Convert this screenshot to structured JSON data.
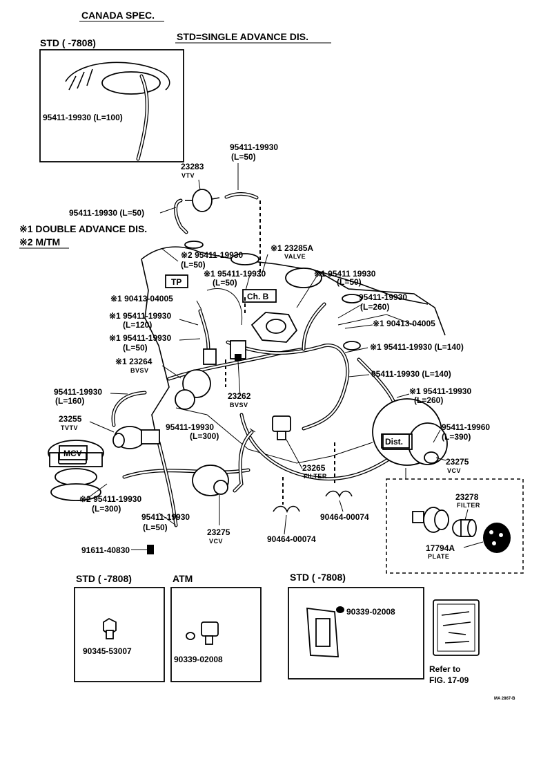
{
  "header": {
    "canada_spec": "CANADA SPEC.",
    "std_range_top": "STD (        -7808)",
    "std_definition": "STD=SINGLE ADVANCE DIS.",
    "note_1": "※1 DOUBLE ADVANCE DIS.",
    "note_2": "※2 M/TM"
  },
  "boxes": {
    "std_bottom_left": "STD (      -7808)",
    "atm": "ATM",
    "std_bottom_right": "STD (      -7808)",
    "dashed_detail": ""
  },
  "tags": {
    "tp": "TP",
    "chb": "Ch. B",
    "mcv": "MCV",
    "dist": "Dist."
  },
  "labels": {
    "inset_hose": "95411-19930 (L=100)",
    "top_hose": "95411-19930",
    "top_hose_len": "(L=50)",
    "vtv_num": "23283",
    "vtv_name": "VTV",
    "vtv_hose": "95411-19930 (L=50)",
    "hose_a": "※2 95411-19930",
    "hose_a_len": "(L=50)",
    "valve_num": "※1 23285A",
    "valve_name": "VALVE",
    "hose_b": "※1 95411-19930",
    "hose_b_len": "(L=50)",
    "hose_c": "※1 95411 19930",
    "hose_c_len": "(L=50)",
    "bolt_a": "※1 90413-04005",
    "hose_d": "※1 95411-19930",
    "hose_d_len": "(L=120)",
    "hose_e": "※1 95411-19930",
    "hose_e_len": "(L=50)",
    "hose_f": "95411-19930",
    "hose_f_len": "(L=260)",
    "bolt_b": "※1 90413-04005",
    "hose_g": "※1 95411-19930 (L=140)",
    "bvsv_a_num": "※1 23264",
    "bvsv_a_name": "BVSV",
    "hose_h": "95411-19930 (L=140)",
    "hose_i": "95411-19930",
    "hose_i_len": "(L=160)",
    "hose_j": "※1 95411-19930",
    "hose_j_len": "(L=260)",
    "bvsv_b_num": "23262",
    "bvsv_b_name": "BVSV",
    "tvtv_num": "23255",
    "tvtv_name": "TVTV",
    "hose_k": "95411-19930",
    "hose_k_len": "(L=300)",
    "hose_l": "95411-19960",
    "hose_l_len": "(L=390)",
    "vcv_right_num": "23275",
    "vcv_right_name": "VCV",
    "filter_num": "23265",
    "filter_name": "FILTER",
    "hose_m": "※2 95411-19930",
    "hose_m_len": "(L=300)",
    "clip_a": "90464-00074",
    "hose_n": "95411-19930",
    "hose_n_len": "(L=50)",
    "vcv_bottom_num": "23275",
    "vcv_bottom_name": "VCV",
    "clip_b": "90464-00074",
    "plug_main": "91611-40830",
    "detail_filter_num": "23278",
    "detail_filter_name": "FILTER",
    "plate_num": "17794A",
    "plate_name": "PLATE",
    "plug_std": "90345-53007",
    "gasket_atm": "90339-02008",
    "gasket_std": "90339-02008",
    "refer_line1": "Refer to",
    "refer_line2": "FIG. 17-09",
    "figure_code": "MA 2867-B"
  }
}
